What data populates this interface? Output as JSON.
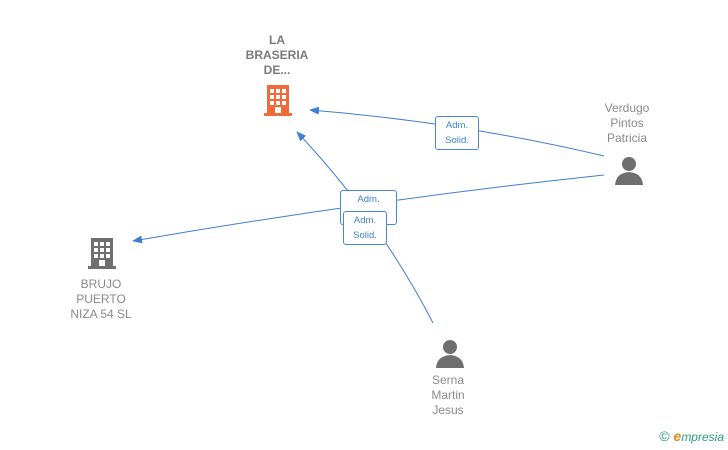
{
  "nodes": {
    "la_braseria": {
      "lines": [
        "LA",
        "BRASERIA",
        "DE..."
      ],
      "icon": "building-icon",
      "color": "#f06a3a"
    },
    "brujo_puerto": {
      "lines": [
        "BRUJO",
        "PUERTO",
        "NIZA 54  SL"
      ],
      "icon": "building-icon",
      "color": "#7a7a7a"
    },
    "verdugo": {
      "lines": [
        "Verdugo",
        "Pintos",
        "Patricia"
      ],
      "icon": "person-icon",
      "color": "#7a7a7a"
    },
    "serna": {
      "lines": [
        "Serna",
        "Martin",
        "Jesus"
      ],
      "icon": "person-icon",
      "color": "#7a7a7a"
    }
  },
  "edges": [
    {
      "from": "verdugo",
      "to": "la_braseria",
      "label": [
        "Adm.",
        "Solid."
      ]
    },
    {
      "from": "verdugo",
      "to": "brujo_puerto",
      "label": [
        "Adm.",
        ""
      ]
    },
    {
      "from": "serna",
      "to": "la_braseria",
      "label": [
        "Adm.",
        "Solid."
      ]
    }
  ],
  "edge_color": "#3f7fd0",
  "brand": {
    "copyright": "©",
    "e": "e",
    "rest": "mpresia"
  }
}
